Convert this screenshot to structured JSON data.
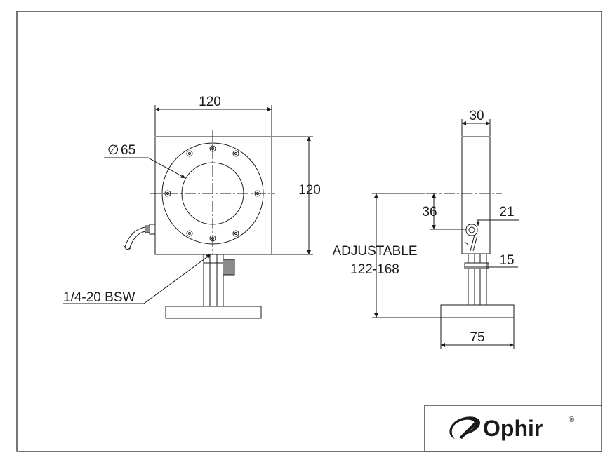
{
  "front_view": {
    "width_label": "120",
    "height_label": "120",
    "aperture_label": "65",
    "aperture_symbol": "∅",
    "thread_label": "1/4-20 BSW"
  },
  "side_view": {
    "thickness_label": "30",
    "center_offset_label": "36",
    "post_offset_label": "21",
    "post_label": "15",
    "base_label": "75",
    "adjustable_label": "ADJUSTABLE",
    "adjustable_range": "122-168"
  },
  "logo": {
    "brand": "Ophir",
    "registered": "®",
    "icon": "ophir-swoosh-icon"
  },
  "colors": {
    "line": "#1a1a1a",
    "background": "#ffffff"
  }
}
